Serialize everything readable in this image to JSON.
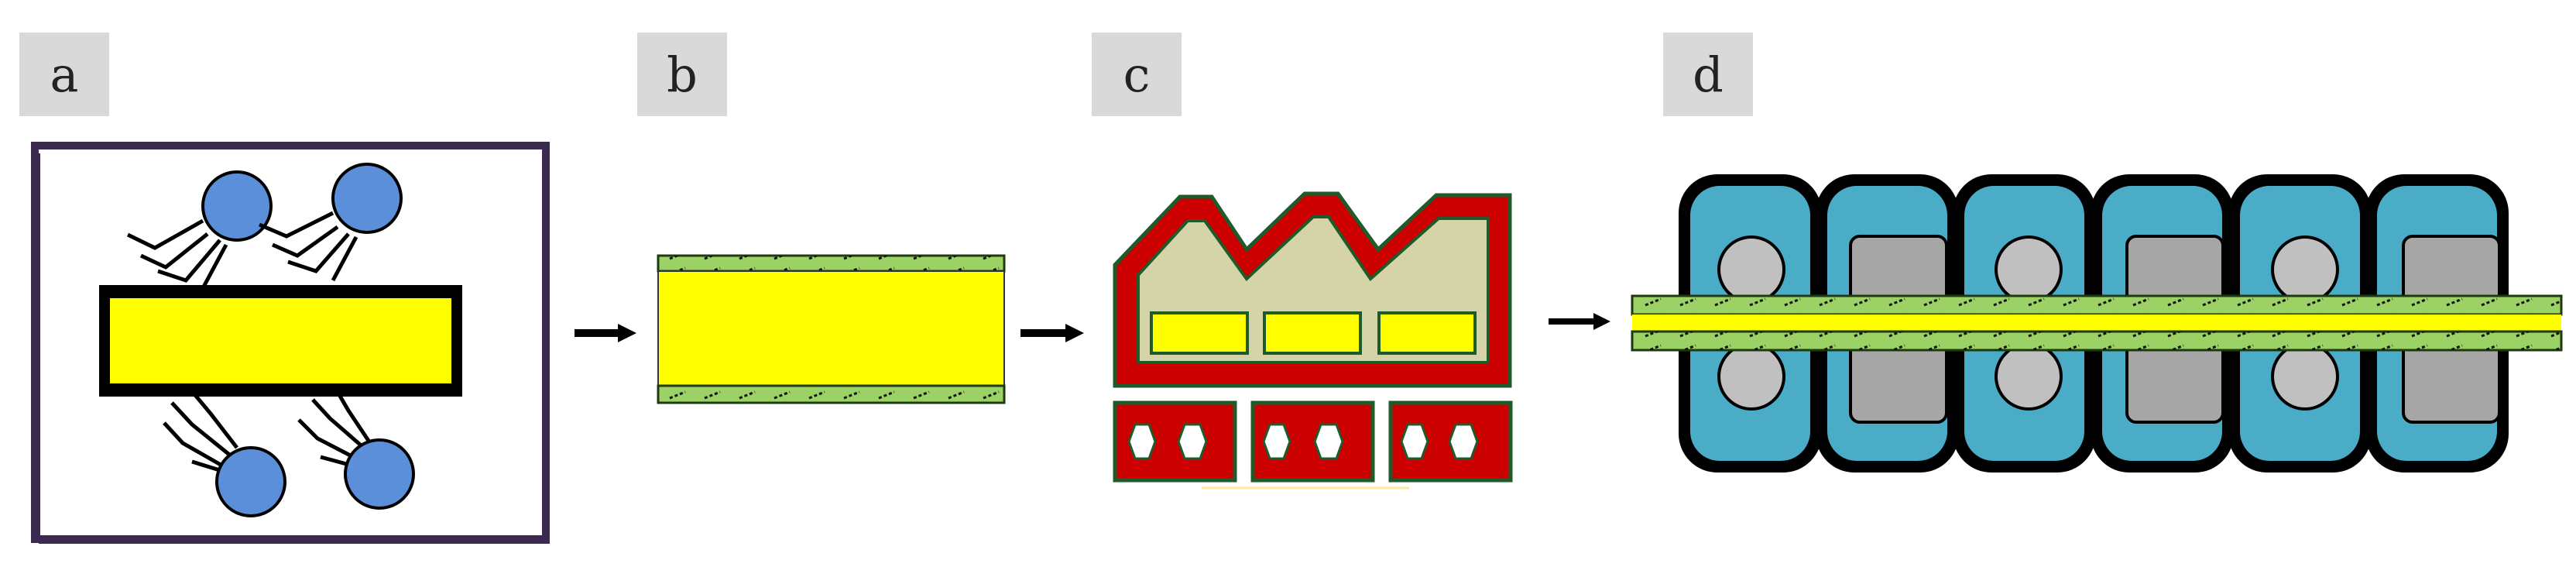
{
  "panels": [
    {
      "label": "a"
    },
    {
      "label": "b"
    },
    {
      "label": "c"
    },
    {
      "label": "d"
    }
  ],
  "colors": {
    "yellow": "#ffff00",
    "blue_disc": "#5b8fd9",
    "green_strip": "#9bd165",
    "red": "#cc0000",
    "dark_green": "#1e5a2a",
    "khaki": "#d4d4a8",
    "teal": "#4aacc6",
    "light_gray": "#c0c0c0",
    "dark_gray": "#a6a6a6",
    "frame": "#3a2a50"
  }
}
